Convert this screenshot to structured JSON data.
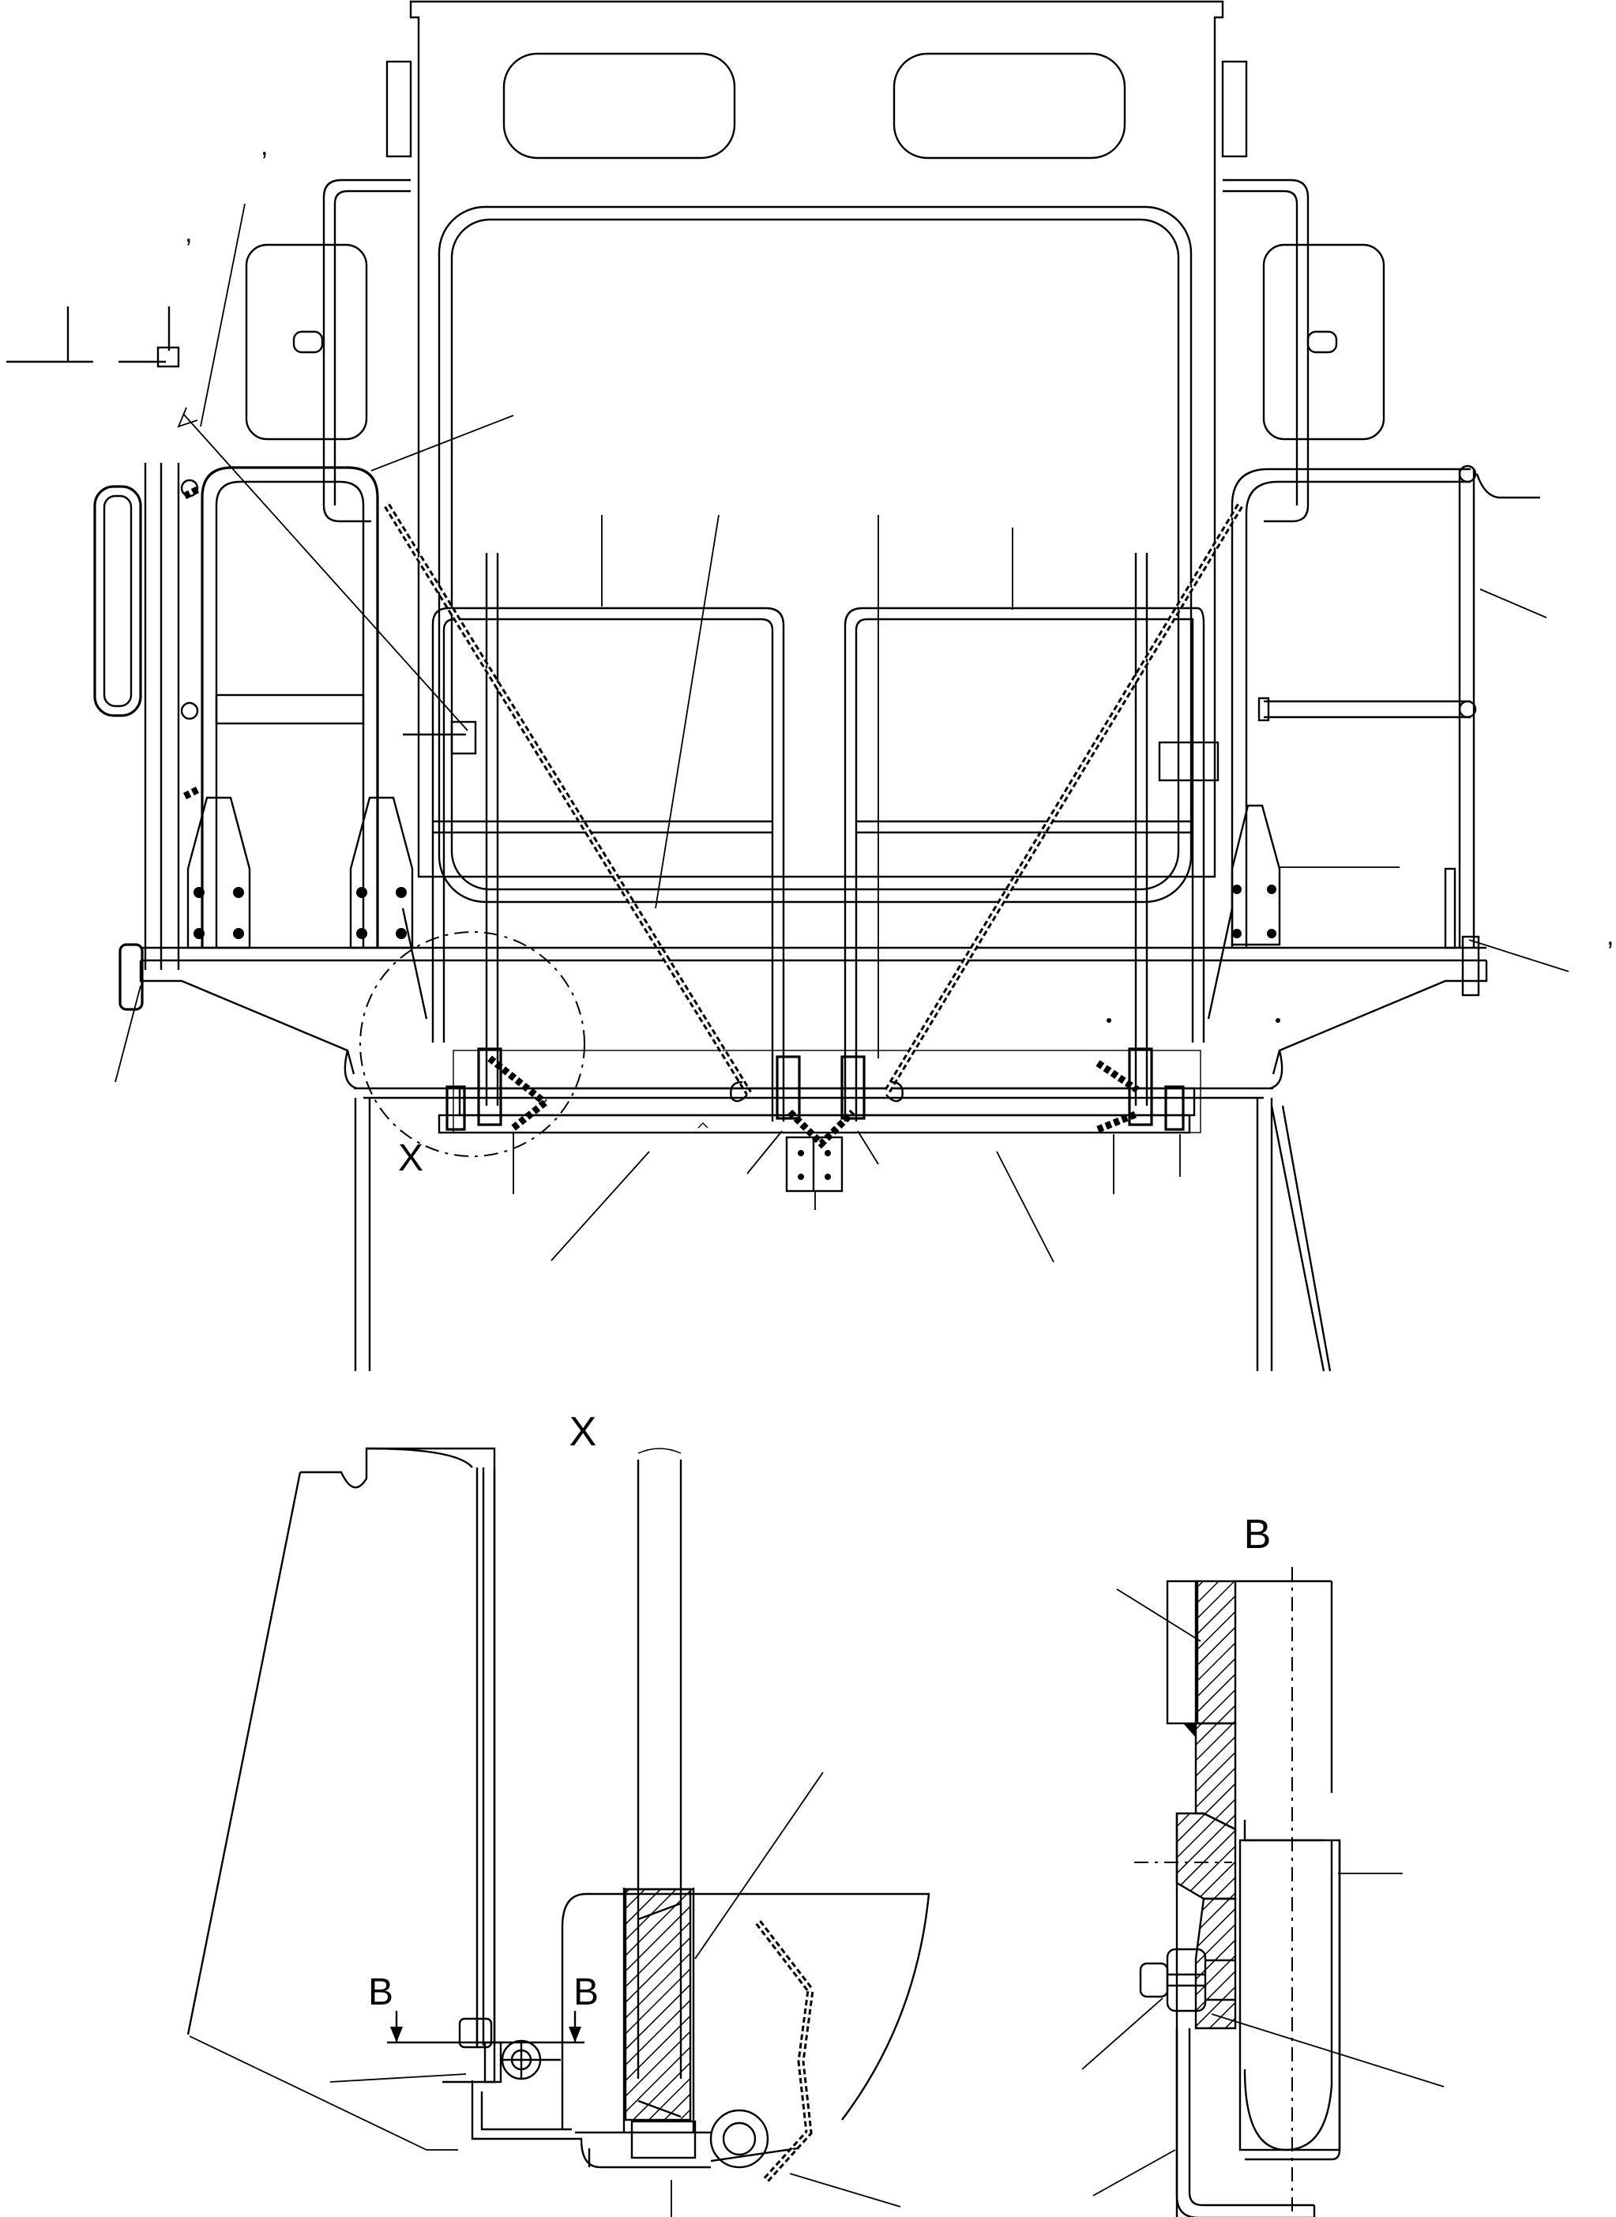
{
  "labels": {
    "detail_x_marker": "X",
    "detail_x_title": "X",
    "section_b_left": "B",
    "section_b_right": "B",
    "section_b_title": "B",
    "comma_1": ",",
    "comma_2": ",",
    "comma_3": ","
  }
}
